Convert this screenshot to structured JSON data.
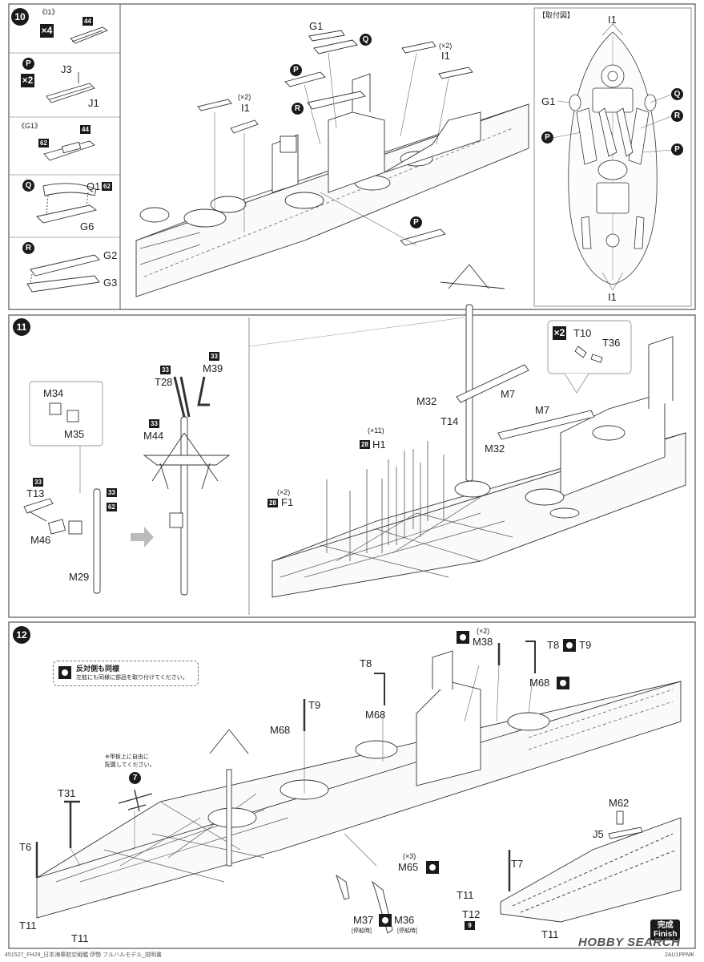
{
  "step10": {
    "number": "10",
    "panel_i1": {
      "label": "《I1》",
      "mult": "×4",
      "part_badge": "44"
    },
    "panel_p": {
      "marker": "P",
      "mult": "×2",
      "j3": "J3",
      "j1": "J1"
    },
    "panel_g1": {
      "label": "《G1》",
      "badge_left": "62",
      "badge_right": "44"
    },
    "panel_q": {
      "marker": "Q",
      "q1": "Q1",
      "badge": "62",
      "g6": "G6"
    },
    "panel_r": {
      "marker": "R",
      "g2": "G2",
      "g3": "G3"
    },
    "main": {
      "g1": "G1",
      "i1_left": "I1",
      "i1_left_mult": "(×2)",
      "i1_right": "I1",
      "i1_right_mult": "(×2)",
      "marker_q": "Q",
      "marker_p_top": "P",
      "marker_r": "R",
      "marker_p_bottom": "P"
    },
    "ref_view": {
      "title": "【取付図】",
      "i1_top": "I1",
      "i1_bottom": "I1",
      "g1": "G1",
      "marker_q": "Q",
      "marker_r": "R",
      "marker_p_left": "P",
      "marker_p_right": "P"
    }
  },
  "step11": {
    "number": "11",
    "m34": "M34",
    "m35": "M35",
    "t13": "T13",
    "t13_badge": "33",
    "m46": "M46",
    "m29": "M29",
    "m29_badge_a": "33",
    "m29_badge_b": "62",
    "t28": "T28",
    "t28_badge": "33",
    "m39": "M39",
    "m39_badge": "33",
    "m44": "M44",
    "m44_badge": "33",
    "callout_mult": "×2",
    "t10": "T10",
    "t36": "T36",
    "m7_upper": "M7",
    "m7_lower": "M7",
    "m32_upper": "M32",
    "m32_lower": "M32",
    "t14": "T14",
    "h1": "H1",
    "h1_mult": "(×11)",
    "h1_badge": "28",
    "f1": "F1",
    "f1_mult": "(×2)",
    "f1_badge": "28"
  },
  "step12": {
    "number": "12",
    "note_title": "反対側も同様",
    "note_text": "左舷にも同様に部品を取り付けてください。",
    "deck_note_line1": "※甲板上に自由に",
    "deck_note_line2": "配置してください。",
    "marker_7": "7",
    "t31": "T31",
    "t6": "T6",
    "t11_a": "T11",
    "t11_b": "T11",
    "m68_left": "M68",
    "t9_left": "T9",
    "t8_center": "T8",
    "m68_center": "M68",
    "m38": "M38",
    "m38_mult": "(×2)",
    "t8_right": "T8",
    "t9_right": "T9",
    "m68_right": "M68",
    "m65": "M65",
    "m65_mult": "(×3)",
    "m37": "M37",
    "m36": "M36",
    "moored_left": "[停船時]",
    "moored_right": "[停船時]",
    "m62": "M62",
    "j5": "J5",
    "t7": "T7",
    "t11_c": "T11",
    "t12": "T12",
    "t12_badge": "9",
    "t11_d": "T11",
    "finish_jp": "完成",
    "finish_en": "Finish"
  },
  "footer": {
    "left": "451527_FH29_日本海軍航空戦艦 伊勢 フルハルモデル_説明書",
    "right": "2AU1PPMK",
    "watermark": "HOBBY SEARCH"
  }
}
